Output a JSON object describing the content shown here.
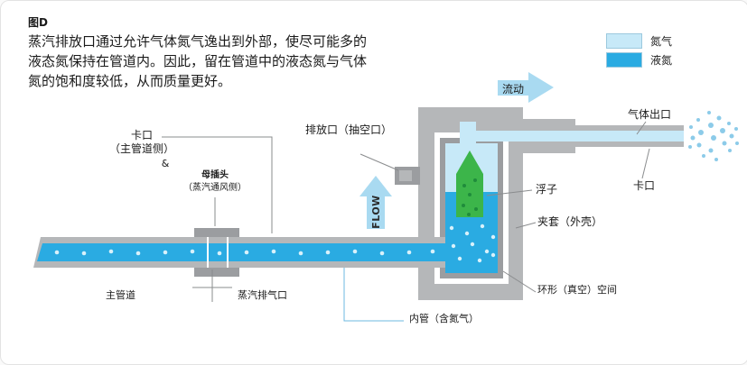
{
  "figure": {
    "tag": "图D",
    "description": [
      "蒸汽排放口通过允许气体氮气逸出到外部，使尽可能多的",
      "液态氮保持在管道内。因此，留在管道中的液态氮与气体",
      "氮的饱和度较低，从而质量更好。"
    ]
  },
  "legend": {
    "gas_label": "氮气",
    "liquid_label": "液氮"
  },
  "flow": {
    "cn": "流动",
    "en": "FLOW"
  },
  "labels": {
    "bayonet_main": "卡口",
    "bayonet_main_side": "（主管道侧）",
    "ampersand": "&",
    "female_plug": "母插头",
    "steam_vent_side": "（蒸汽通风侧）",
    "vent_port": "排放口（抽空口）",
    "gas_outlet": "气体出口",
    "bayonet": "卡口",
    "float": "浮子",
    "jacket": "夹套（外壳）",
    "annular_space": "环形（真空）空间",
    "main_pipe": "主管道",
    "steam_exhaust_port": "蒸汽排气口",
    "inner_pipe": "内管（含氮气）"
  },
  "colors": {
    "nitrogen_gas": "#c7e9f8",
    "liquid_nitrogen": "#2aabe2",
    "structure_gray": "#b5b7b9",
    "structure_dark": "#9b9da0",
    "float_green": "#3cb54a",
    "arrow_blue": "#a9daf1"
  }
}
